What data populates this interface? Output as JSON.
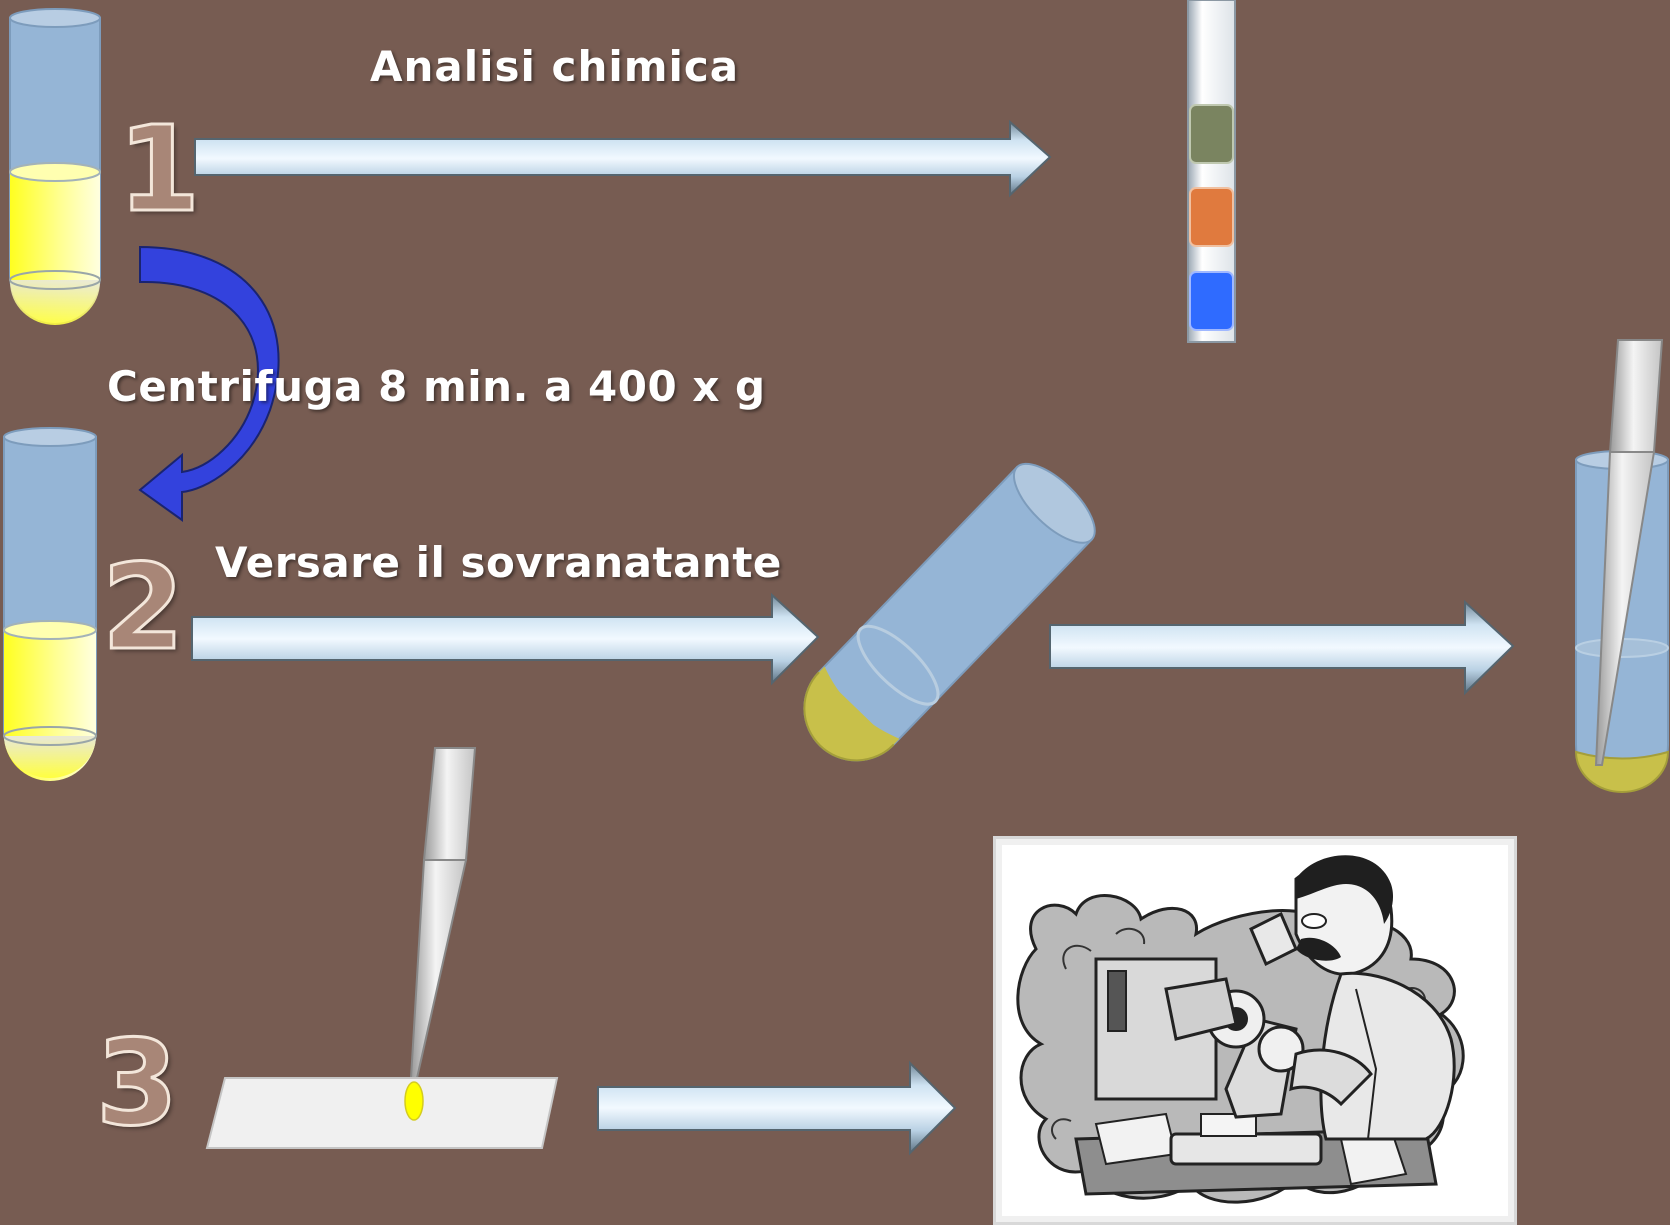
{
  "labels": {
    "analisi": "Analisi chimica",
    "centrifuga": "Centrifuga 8 min. a 400 x g",
    "versare": "Versare il sovranatante"
  },
  "steps": {
    "one": "1",
    "two": "2",
    "three": "3"
  },
  "colors": {
    "background": "#775c52",
    "tube_glass": "#95b5d6",
    "urine_yellow": "#ffff4a",
    "sediment": "#c8c04a",
    "curved_arrow": "#2a3ff0",
    "strip_pad_1": "#7a8460",
    "strip_pad_2": "#e07a3e",
    "strip_pad_3": "#2f6bff"
  }
}
